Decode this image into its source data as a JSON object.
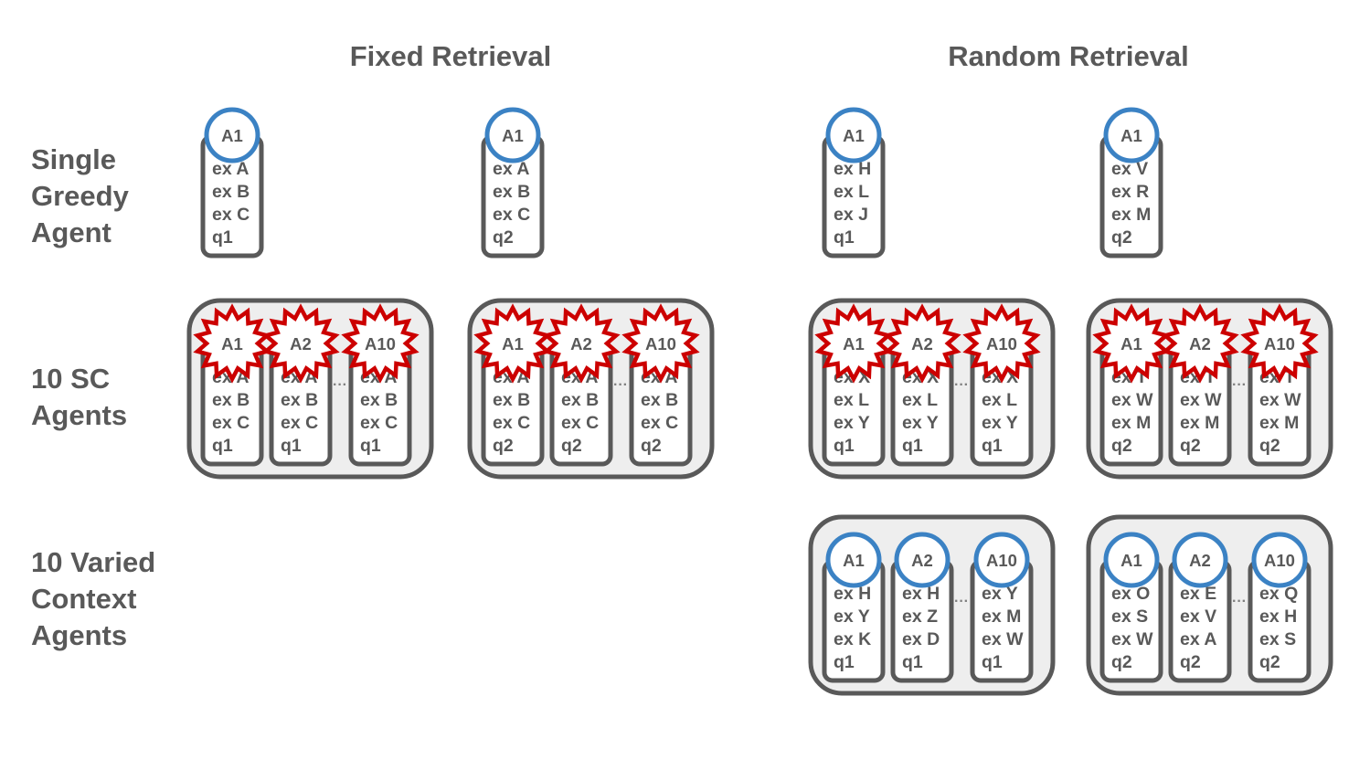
{
  "columns": [
    {
      "title": "Fixed Retrieval"
    },
    {
      "title": "Random Retrieval"
    }
  ],
  "rows": [
    {
      "label_lines": [
        "Single",
        "Greedy",
        "Agent"
      ]
    },
    {
      "label_lines": [
        "10 SC",
        "Agents"
      ]
    },
    {
      "label_lines": [
        "10 Varied",
        "Context",
        "Agents"
      ]
    }
  ],
  "ellipsis": "···",
  "colors": {
    "text": "#595959",
    "card_border": "#595959",
    "group_fill": "#eeeeee",
    "greedy_badge": "#3b82c4",
    "sc_badge": "#cc0000"
  },
  "cells": [
    {
      "row": 0,
      "column": 0,
      "type": "single",
      "agents": [
        {
          "badge": "A1",
          "style": "circle",
          "lines": [
            "ex A",
            "ex B",
            "ex C",
            "q1"
          ]
        }
      ]
    },
    {
      "row": 0,
      "column": 0,
      "type": "single",
      "agents": [
        {
          "badge": "A1",
          "style": "circle",
          "lines": [
            "ex A",
            "ex B",
            "ex C",
            "q2"
          ]
        }
      ]
    },
    {
      "row": 0,
      "column": 1,
      "type": "single",
      "agents": [
        {
          "badge": "A1",
          "style": "circle",
          "lines": [
            "ex H",
            "ex L",
            "ex J",
            "q1"
          ]
        }
      ]
    },
    {
      "row": 0,
      "column": 1,
      "type": "single",
      "agents": [
        {
          "badge": "A1",
          "style": "circle",
          "lines": [
            "ex V",
            "ex R",
            "ex M",
            "q2"
          ]
        }
      ]
    },
    {
      "row": 1,
      "column": 0,
      "type": "group",
      "agents": [
        {
          "badge": "A1",
          "style": "star",
          "lines": [
            "ex A",
            "ex B",
            "ex C",
            "q1"
          ]
        },
        {
          "badge": "A2",
          "style": "star",
          "lines": [
            "ex A",
            "ex B",
            "ex C",
            "q1"
          ]
        },
        {
          "badge": "A10",
          "style": "star",
          "lines": [
            "ex A",
            "ex B",
            "ex C",
            "q1"
          ]
        }
      ]
    },
    {
      "row": 1,
      "column": 0,
      "type": "group",
      "agents": [
        {
          "badge": "A1",
          "style": "star",
          "lines": [
            "ex A",
            "ex B",
            "ex C",
            "q2"
          ]
        },
        {
          "badge": "A2",
          "style": "star",
          "lines": [
            "ex A",
            "ex B",
            "ex C",
            "q2"
          ]
        },
        {
          "badge": "A10",
          "style": "star",
          "lines": [
            "ex A",
            "ex B",
            "ex C",
            "q2"
          ]
        }
      ]
    },
    {
      "row": 1,
      "column": 1,
      "type": "group",
      "agents": [
        {
          "badge": "A1",
          "style": "star",
          "lines": [
            "ex X",
            "ex L",
            "ex Y",
            "q1"
          ]
        },
        {
          "badge": "A2",
          "style": "star",
          "lines": [
            "ex X",
            "ex L",
            "ex Y",
            "q1"
          ]
        },
        {
          "badge": "A10",
          "style": "star",
          "lines": [
            "ex X",
            "ex L",
            "ex Y",
            "q1"
          ]
        }
      ]
    },
    {
      "row": 1,
      "column": 1,
      "type": "group",
      "agents": [
        {
          "badge": "A1",
          "style": "star",
          "lines": [
            "ex T",
            "ex W",
            "ex M",
            "q2"
          ]
        },
        {
          "badge": "A2",
          "style": "star",
          "lines": [
            "ex T",
            "ex W",
            "ex M",
            "q2"
          ]
        },
        {
          "badge": "A10",
          "style": "star",
          "lines": [
            "ex T",
            "ex W",
            "ex M",
            "q2"
          ]
        }
      ]
    },
    {
      "row": 2,
      "column": 1,
      "type": "group",
      "agents": [
        {
          "badge": "A1",
          "style": "circle",
          "lines": [
            "ex H",
            "ex Y",
            "ex K",
            "q1"
          ]
        },
        {
          "badge": "A2",
          "style": "circle",
          "lines": [
            "ex H",
            "ex Z",
            "ex D",
            "q1"
          ]
        },
        {
          "badge": "A10",
          "style": "circle",
          "lines": [
            "ex Y",
            "ex M",
            "ex W",
            "q1"
          ]
        }
      ]
    },
    {
      "row": 2,
      "column": 1,
      "type": "group",
      "agents": [
        {
          "badge": "A1",
          "style": "circle",
          "lines": [
            "ex O",
            "ex S",
            "ex W",
            "q2"
          ]
        },
        {
          "badge": "A2",
          "style": "circle",
          "lines": [
            "ex E",
            "ex V",
            "ex A",
            "q2"
          ]
        },
        {
          "badge": "A10",
          "style": "circle",
          "lines": [
            "ex Q",
            "ex H",
            "ex S",
            "q2"
          ]
        }
      ]
    }
  ]
}
